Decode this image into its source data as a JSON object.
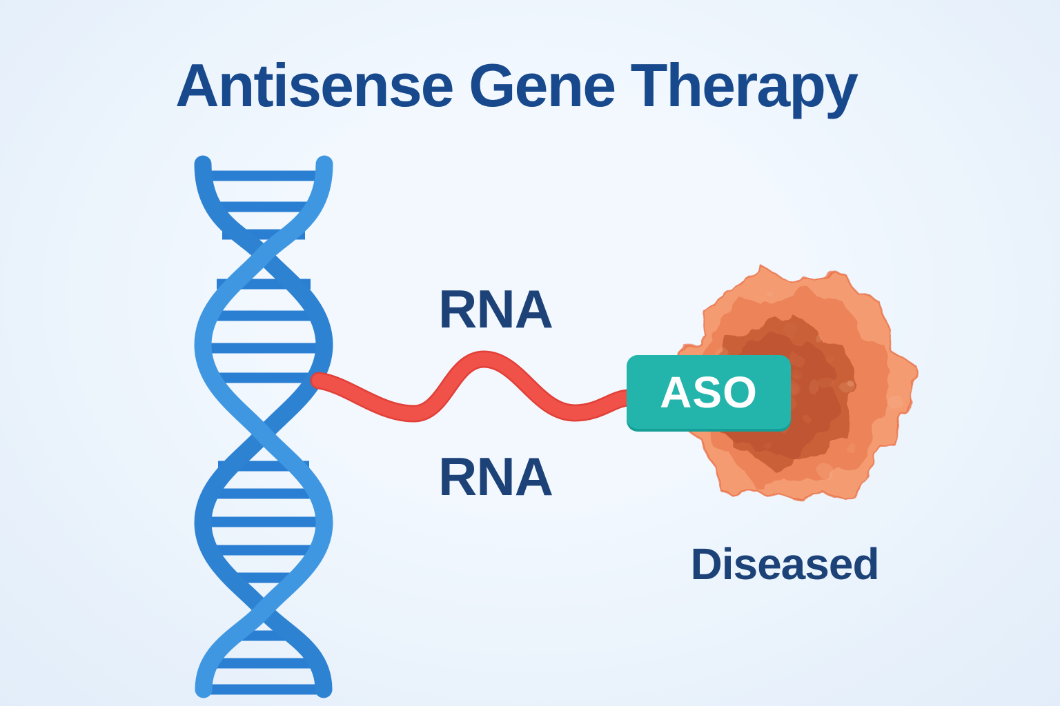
{
  "title": "Antisense Gene Therapy",
  "diagram": {
    "labels": {
      "rna_top": "RNA",
      "rna_bottom": "RNA",
      "aso": "ASO",
      "cell_state": "Diseased"
    },
    "colors": {
      "background_center": "#f2f8fe",
      "background_edge": "#e2edf9",
      "title_text": "#17498c",
      "label_text": "#1d4278",
      "dna_strand_under": "#2e82d2",
      "dna_strand_over": "#4097e1",
      "dna_rung": "#2a7fd2",
      "rna_strand": "#f0524a",
      "rna_strand_shadow": "#e13f37",
      "aso_box": "#23b4ac",
      "aso_box_edge": "#159e96",
      "aso_text": "#ffffff",
      "cell_outer": "#f49b72",
      "cell_mid": "#ec8156",
      "cell_inner": "#c96038",
      "cell_core": "#bd5433",
      "cell_edge": "#e8663c",
      "cell_speck_light": "#f7b28c",
      "cell_speck_dark": "#d4724a"
    }
  }
}
